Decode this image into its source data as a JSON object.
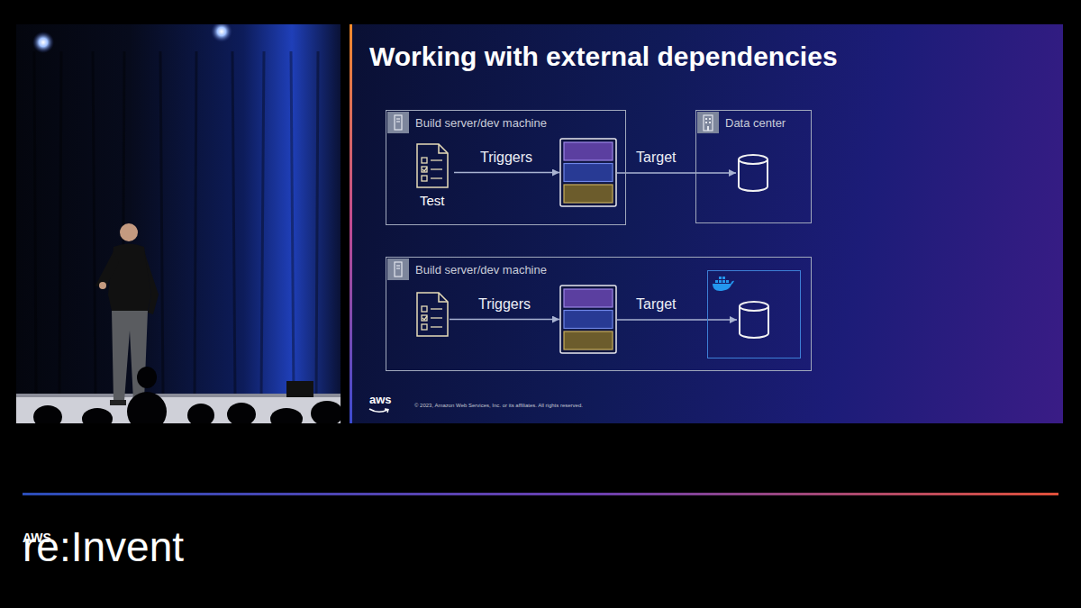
{
  "diagram": {
    "title": "Working with external dependencies",
    "nodes": [
      {
        "text": [
          "Build server/dev machine"
        ]
      },
      {
        "text": [
          "Test"
        ],
        "in": 0
      },
      {
        "text": [],
        "in": 0
      },
      {
        "text": [
          "Data center"
        ]
      },
      {
        "text": [],
        "in": 3
      },
      {
        "text": [
          "Build server/dev machine"
        ]
      },
      {
        "text": [],
        "in": 5
      },
      {
        "text": [],
        "in": 5
      },
      {
        "text": [],
        "in": 5
      },
      {
        "text": [],
        "in": 8
      }
    ],
    "edges": [
      {
        "from": 1,
        "to": 2,
        "arrow": "to",
        "label": "Triggers"
      },
      {
        "from": 2,
        "to": 4,
        "arrow": "to",
        "label": "Target"
      },
      {
        "from": 6,
        "to": 7,
        "arrow": "to",
        "label": "Triggers"
      },
      {
        "from": 7,
        "to": 9,
        "arrow": "to",
        "label": "Target"
      }
    ],
    "labels": [
      "aws",
      "© 2023, Amazon Web Services, Inc. or its affiliates. All rights reserved.",
      "AWS",
      "re:Invent"
    ]
  }
}
